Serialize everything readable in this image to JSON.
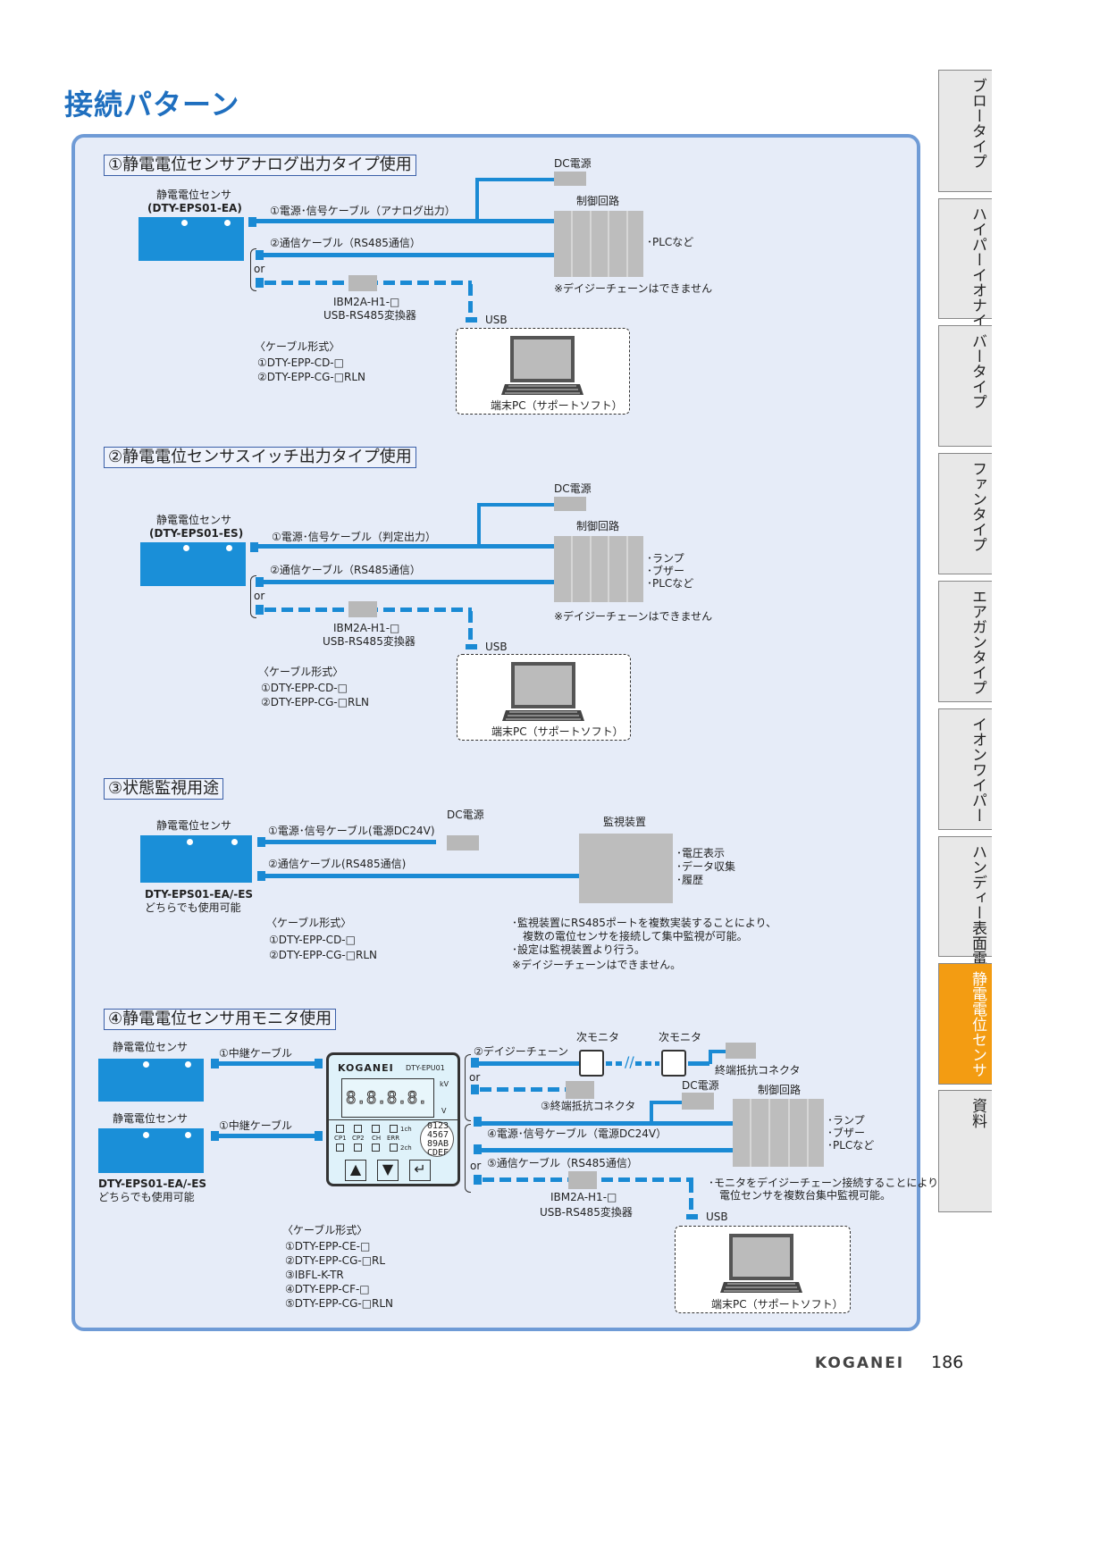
{
  "page_title": "接続パターン",
  "tabs": [
    {
      "lines": [
        "ブロータイプ"
      ]
    },
    {
      "lines": [
        "ハイパー",
        "イオナイザー"
      ]
    },
    {
      "lines": [
        "バータイプ"
      ]
    },
    {
      "lines": [
        "ファンタイプ"
      ]
    },
    {
      "lines": [
        "エアガンタイプ"
      ]
    },
    {
      "lines": [
        "イオンワイパー"
      ]
    },
    {
      "lines": [
        "ハンディー",
        "表面電位計"
      ]
    },
    {
      "lines": [
        "静電電位センサ"
      ],
      "active": true
    },
    {
      "lines": [
        "資料"
      ]
    }
  ],
  "sections": [
    {
      "heading": "①静電電位センサアナログ出力タイプ使用",
      "sensor_label": "静電電位センサ",
      "sensor_model": "(DTY-EPS01-EA)",
      "cable1": "①電源･信号ケーブル（アナログ出力）",
      "cable2": "②通信ケーブル（RS485通信）",
      "or": "or",
      "dc": "DC電源",
      "control": "制御回路",
      "outputs": [
        "･PLCなど"
      ],
      "note": "※デイジーチェーンはできません",
      "converter": [
        "IBM2A-H1-□",
        "USB-RS485変換器"
      ],
      "usb": "USB",
      "pc": "端末PC（サポートソフト）",
      "cable_format": {
        "title": "〈ケーブル形式〉",
        "items": [
          "①DTY-EPP-CD-□",
          "②DTY-EPP-CG-□RLN"
        ]
      }
    },
    {
      "heading": "②静電電位センサスイッチ出力タイプ使用",
      "sensor_label": "静電電位センサ",
      "sensor_model": "(DTY-EPS01-ES)",
      "cable1": "①電源･信号ケーブル（判定出力）",
      "cable2": "②通信ケーブル（RS485通信）",
      "or": "or",
      "dc": "DC電源",
      "control": "制御回路",
      "outputs": [
        "･ランプ",
        "･ブザー",
        "･PLCなど"
      ],
      "note": "※デイジーチェーンはできません",
      "converter": [
        "IBM2A-H1-□",
        "USB-RS485変換器"
      ],
      "usb": "USB",
      "pc": "端末PC（サポートソフト）",
      "cable_format": {
        "title": "〈ケーブル形式〉",
        "items": [
          "①DTY-EPP-CD-□",
          "②DTY-EPP-CG-□RLN"
        ]
      }
    },
    {
      "heading": "③状態監視用途",
      "sensor_label": "静電電位センサ",
      "cable1": "①電源･信号ケーブル(電源DC24V)",
      "dc": "DC電源",
      "cable2": "②通信ケーブル(RS485通信)",
      "monitor": "監視装置",
      "outputs": [
        "･電圧表示",
        "･データ収集",
        "･履歴"
      ],
      "model": "DTY-EPS01-EA/-ES",
      "model_note": "どちらでも使用可能",
      "cable_format": {
        "title": "〈ケーブル形式〉",
        "items": [
          "①DTY-EPP-CD-□",
          "②DTY-EPP-CG-□RLN"
        ]
      },
      "notes": [
        "･監視装置にRS485ポートを複数実装することにより、",
        "　複数の電位センサを接続して集中監視が可能。",
        "･設定は監視装置より行う。",
        "※デイジーチェーンはできません。"
      ]
    },
    {
      "heading": "④静電電位センサ用モニタ使用",
      "sensor_label": "静電電位センサ",
      "relay_cable": "①中継ケーブル",
      "model": "DTY-EPS01-EA/-ES",
      "model_note": "どちらでも使用可能",
      "monitor_unit": {
        "brand": "KOGANEI",
        "model": "DTY-EPU01",
        "display": "8.8.8.8.",
        "unit_kv": "kV",
        "unit_v": "V",
        "leds": [
          "CP1",
          "CP2",
          "CH",
          "ERR"
        ],
        "ch": [
          "1ch",
          "2ch"
        ],
        "dial": "0123456789ABCDEF",
        "buttons": [
          "▲",
          "▼",
          "↵"
        ]
      },
      "daisy": "②デイジーチェーン",
      "next_monitor": "次モニタ",
      "terminator": "終端抵抗コネクタ",
      "terminator3": "③終端抵抗コネクタ",
      "or": "or",
      "dc": "DC電源",
      "control": "制御回路",
      "cable4": "④電源･信号ケーブル（電源DC24V）",
      "cable5": "⑤通信ケーブル（RS485通信）",
      "outputs": [
        "･ランプ",
        "･ブザー",
        "･PLCなど"
      ],
      "converter": [
        "IBM2A-H1-□",
        "USB-RS485変換器"
      ],
      "usb": "USB",
      "notes": [
        "･モニタをデイジーチェーン接続することにより",
        "　電位センサを複数台集中監視可能。"
      ],
      "pc": "端末PC（サポートソフト）",
      "cable_format": {
        "title": "〈ケーブル形式〉",
        "items": [
          "①DTY-EPP-CE-□",
          "②DTY-EPP-CG-□RL",
          "③IBFL-K-TR",
          "④DTY-EPP-CF-□",
          "⑤DTY-EPP-CG-□RLN"
        ]
      }
    }
  ],
  "footer": {
    "brand": "KOGANEI",
    "page": "186"
  }
}
